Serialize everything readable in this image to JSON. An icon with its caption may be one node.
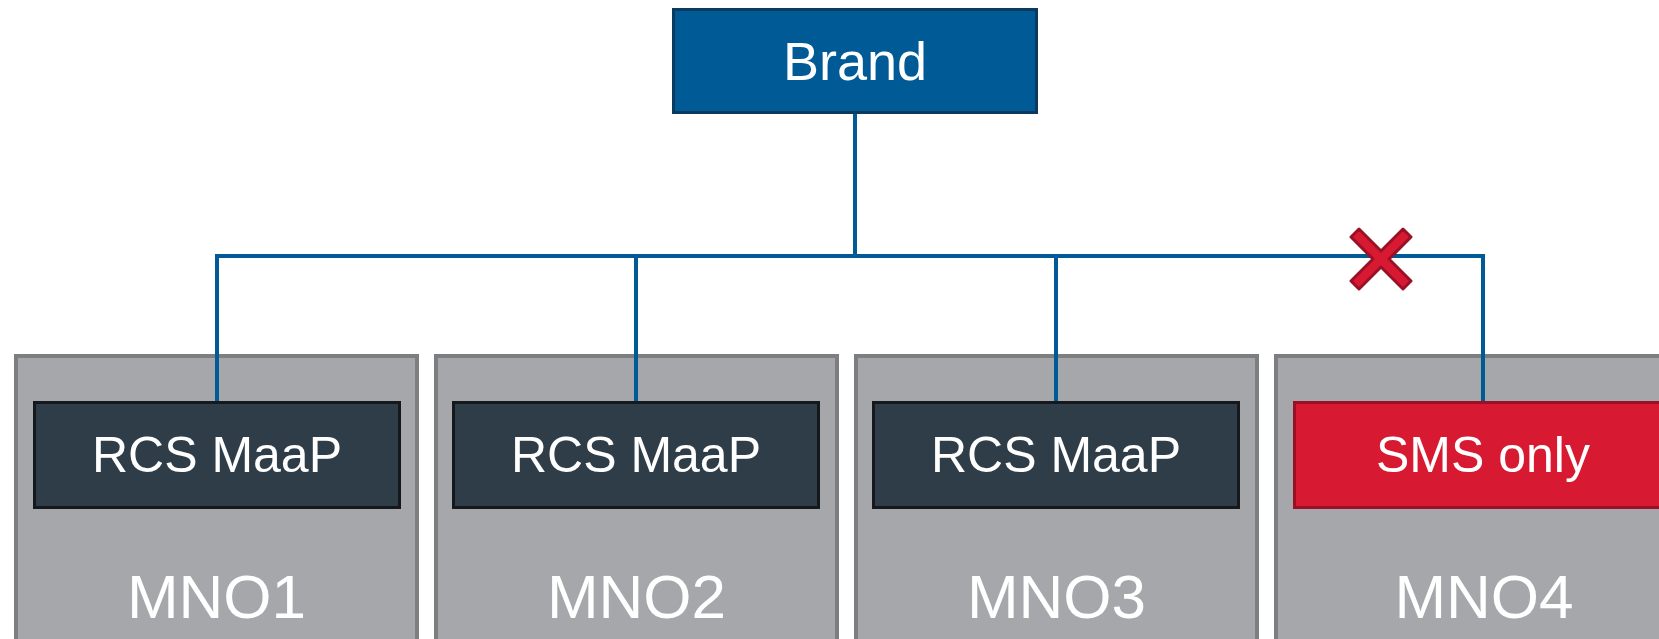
{
  "diagram": {
    "nodes": [
      {
        "text": [
          "Brand"
        ]
      },
      {
        "text": [
          "MNO1"
        ]
      },
      {
        "text": [
          "RCS MaaP"
        ],
        "in": 1
      },
      {
        "text": [
          "MNO2"
        ]
      },
      {
        "text": [
          "RCS MaaP"
        ],
        "in": 3
      },
      {
        "text": [
          "MNO3"
        ]
      },
      {
        "text": [
          "RCS MaaP"
        ],
        "in": 5
      },
      {
        "text": [
          "MNO4"
        ]
      },
      {
        "text": [
          "SMS only"
        ],
        "in": 7
      }
    ],
    "edges": [
      {
        "from": 0,
        "to": 2,
        "arrow": "none"
      },
      {
        "from": 0,
        "to": 4,
        "arrow": "none"
      },
      {
        "from": 0,
        "to": 6,
        "arrow": "none"
      },
      {
        "from": 0,
        "to": 8,
        "arrow": "none"
      }
    ]
  }
}
